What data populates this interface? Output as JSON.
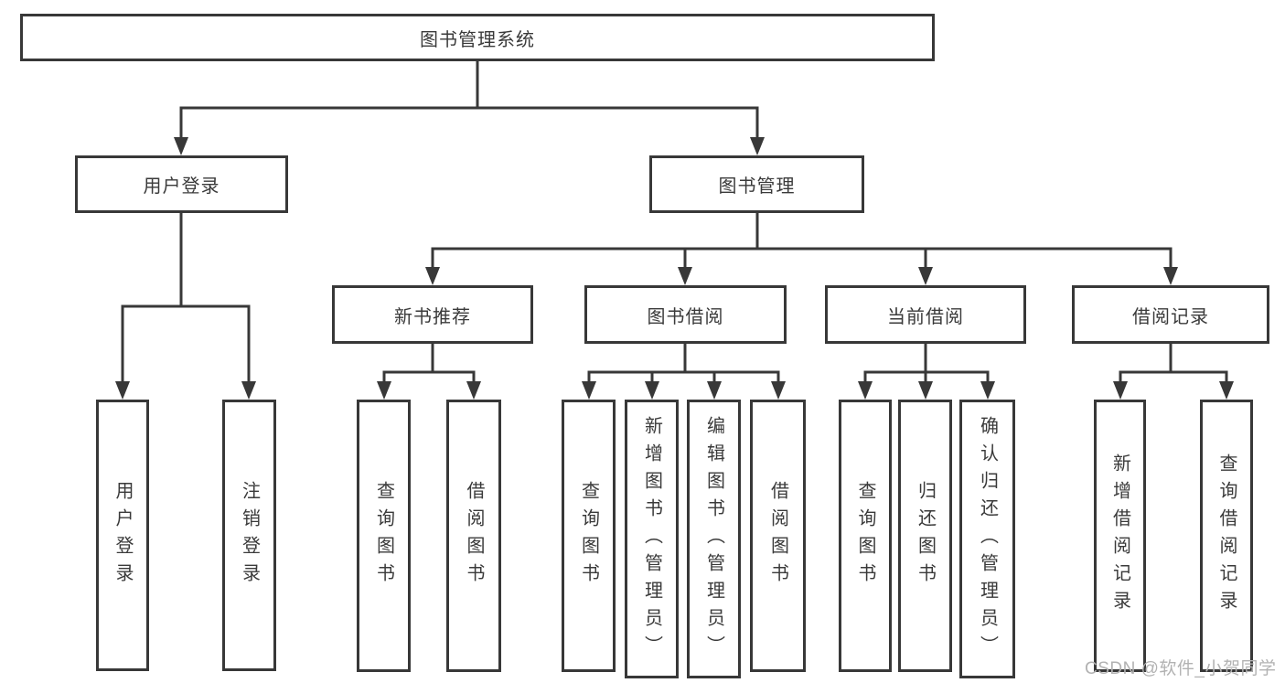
{
  "nodes": {
    "root": "图书管理系统",
    "userLogin": "用户登录",
    "bookManagement": "图书管理",
    "newBookRecommendation": "新书推荐",
    "bookBorrowing": "图书借阅",
    "currentBorrowing": "当前借阅",
    "borrowingRecords": "借阅记录",
    "leafUserLogin": "用户登录",
    "leafLogout": "注销登录",
    "leafQueryBooks1": "查询图书",
    "leafBorrowBooks1": "借阅图书",
    "leafQueryBooks2": "查询图书",
    "leafAddBooksAdmin": "新增图书（管理员）",
    "leafEditBooksAdmin": "编辑图书（管理员）",
    "leafBorrowBooks2": "借阅图书",
    "leafQueryBooks3": "查询图书",
    "leafReturnBooks": "归还图书",
    "leafConfirmReturnAdmin": "确认归还（管理员）",
    "leafAddBorrowRecord": "新增借阅记录",
    "leafQueryBorrowRecord": "查询借阅记录"
  },
  "watermark": "CSDN @软件_小贺同学",
  "colors": {
    "line": "#383838",
    "text": "#3a3a3a",
    "watermark": "#b2b2b2",
    "background": "#ffffff"
  }
}
